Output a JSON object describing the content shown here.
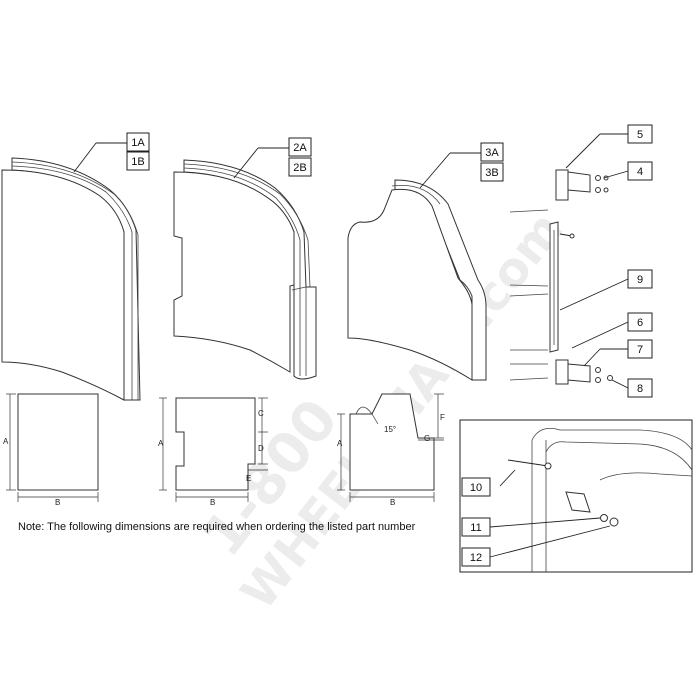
{
  "callouts": {
    "c1a": "1A",
    "c1b": "1B",
    "c2a": "2A",
    "c2b": "2B",
    "c3a": "3A",
    "c3b": "3B",
    "c4": "4",
    "c5": "5",
    "c6": "6",
    "c7": "7",
    "c8": "8",
    "c9": "9",
    "c10": "10",
    "c11": "11",
    "c12": "12"
  },
  "dimensions": {
    "a": "A",
    "b": "B",
    "c": "C",
    "d": "D",
    "e": "E",
    "f": "F",
    "g": "G",
    "angle": "15°"
  },
  "note": "Note: The following dimensions are required when ordering the listed part number",
  "watermark": {
    "line1": "1-800",
    "line2": "WHEELCHAIR.com"
  }
}
